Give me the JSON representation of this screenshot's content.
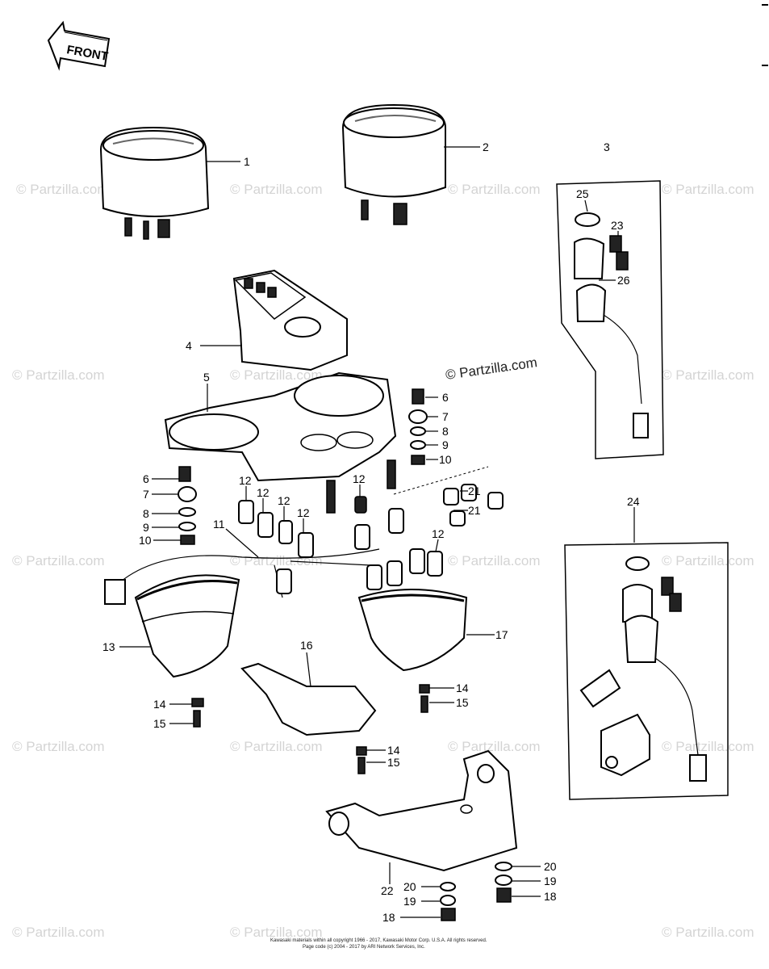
{
  "front_label": "FRONT",
  "watermark": "© Partzilla.com",
  "callouts": {
    "c1": "1",
    "c2": "2",
    "c3": "3",
    "c4": "4",
    "c5": "5",
    "c6a": "6",
    "c7a": "7",
    "c8a": "8",
    "c9a": "9",
    "c10a": "10",
    "c6b": "6",
    "c7b": "7",
    "c8b": "8",
    "c9b": "9",
    "c10b": "10",
    "c11": "11",
    "c12a": "12",
    "c12b": "12",
    "c12c": "12",
    "c12d": "12",
    "c12e": "12",
    "c12f": "12",
    "c13": "13",
    "c14a": "14",
    "c15a": "15",
    "c14b": "14",
    "c15b": "15",
    "c14c": "14",
    "c15c": "15",
    "c16": "16",
    "c17": "17",
    "c18a": "18",
    "c19a": "19",
    "c20a": "20",
    "c18b": "18",
    "c19b": "19",
    "c20b": "20",
    "c21a": "21",
    "c21b": "21",
    "c22": "22",
    "c23": "23",
    "c24": "24",
    "c25": "25",
    "c26": "26"
  },
  "footer": {
    "line1": "Kawasaki materials within all copyright 1966 - 2017, Kawasaki Motor Corp. U.S.A. All rights reserved.",
    "line2": "Page code (c) 2004 - 2017 by ARI Network Services, Inc."
  }
}
